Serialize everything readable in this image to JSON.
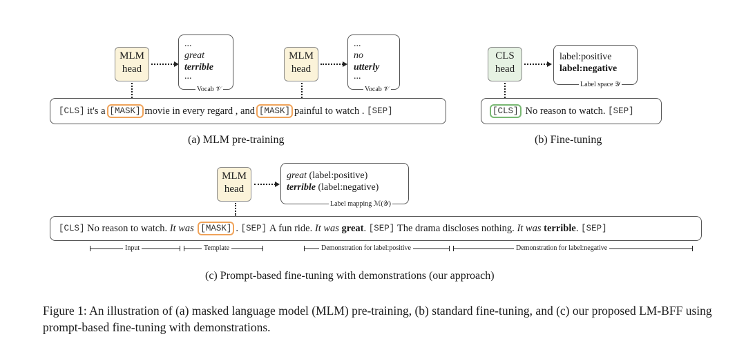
{
  "panel_a": {
    "head1": [
      "MLM",
      "head"
    ],
    "head2": [
      "MLM",
      "head"
    ],
    "vocab1": [
      "...",
      "great",
      "terrible",
      "..."
    ],
    "vocab2": [
      "...",
      "no",
      "utterly",
      "..."
    ],
    "vocab_tag": "Vocab 𝒱",
    "sentence": {
      "cls": "[CLS]",
      "t1": "it's a",
      "mask1": "[MASK]",
      "t2": "movie in every regard , and",
      "mask2": "[MASK]",
      "t3": "painful to watch .",
      "sep": "[SEP]"
    },
    "caption": "(a) MLM pre-training"
  },
  "panel_b": {
    "head": [
      "CLS",
      "head"
    ],
    "labels": [
      "label:positive",
      "label:negative"
    ],
    "label_tag": "Label space 𝒴",
    "sentence": {
      "cls": "[CLS]",
      "t1": "No reason to watch.",
      "sep": "[SEP]"
    },
    "caption": "(b) Fine-tuning"
  },
  "panel_c": {
    "head": [
      "MLM",
      "head"
    ],
    "mapping": [
      {
        "word": "great",
        "label": "(label:positive)"
      },
      {
        "word": "terrible",
        "label": "(label:negative)"
      }
    ],
    "mapping_tag": "Label mapping ℳ(𝒴)",
    "sentence": {
      "cls": "[CLS]",
      "t1": "No reason to watch.",
      "it_was1": "It was",
      "mask": "[MASK]",
      "dot1": ".",
      "sep1": "[SEP]",
      "t2": "A fun ride.",
      "it_was2": "It was",
      "great": "great",
      "dot2": ".",
      "sep2": "[SEP]",
      "t3": "The drama discloses nothing.",
      "it_was3": "It was",
      "terrible": "terrible",
      "dot3": ".",
      "sep3": "[SEP]"
    },
    "segments": [
      "Input",
      "Template",
      "Demonstration for label:positive",
      "Demonstration for label:negative"
    ],
    "caption": "(c) Prompt-based fine-tuning with demonstrations (our approach)"
  },
  "figure_caption": "Figure 1: An illustration of (a) masked language model (MLM) pre-training, (b) standard fine-tuning, and (c) our proposed LM-BFF using prompt-based fine-tuning with demonstrations."
}
